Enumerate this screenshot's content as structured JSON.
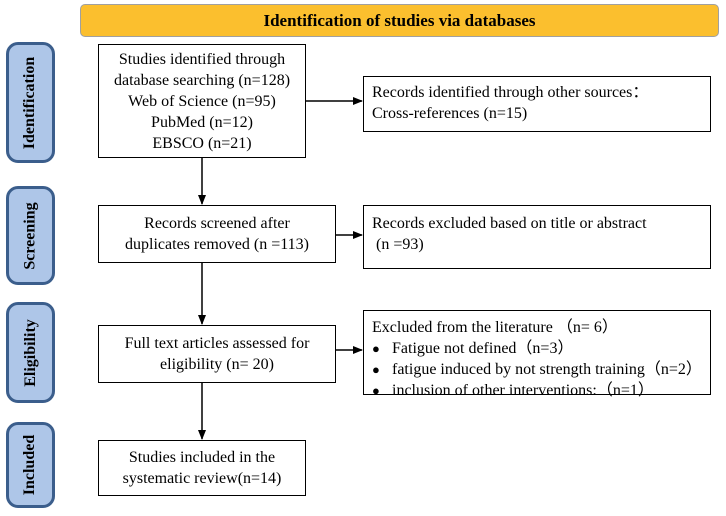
{
  "banner": {
    "title": "Identification of studies via databases"
  },
  "phases": {
    "identification": "Identification",
    "screening": "Screening",
    "eligibility": "Eligibility",
    "included": "Included"
  },
  "boxes": {
    "identified": {
      "lines": [
        "Studies identified through",
        "database searching (n=128)",
        "Web of Science (n=95)",
        "PubMed (n=12)",
        "EBSCO (n=21)"
      ]
    },
    "other_sources": {
      "lines": [
        "Records identified through other  sources：",
        "Cross-references (n=15)"
      ]
    },
    "screened": {
      "lines": [
        "Records screened after",
        "duplicates removed (n =113)"
      ]
    },
    "excluded_title": {
      "lines": [
        "Records excluded based on title or abstract",
        " (n =93)"
      ]
    },
    "full_text": {
      "lines": [
        "Full text articles assessed for",
        "eligibility (n= 20)"
      ]
    },
    "excluded_lit": {
      "heading": "Excluded from the literature （n= 6）",
      "bullets": [
        "Fatigue  not defined（n=3）",
        "fatigue induced by not strength training（n=2）",
        "inclusion of other interventions:（n=1）"
      ]
    },
    "included": {
      "lines": [
        "Studies included in the",
        "systematic review(n=14)"
      ]
    }
  },
  "colors": {
    "banner_fill": "#fbbf2e",
    "phase_fill": "#aec6e8",
    "phase_border": "#3b5e8c"
  }
}
